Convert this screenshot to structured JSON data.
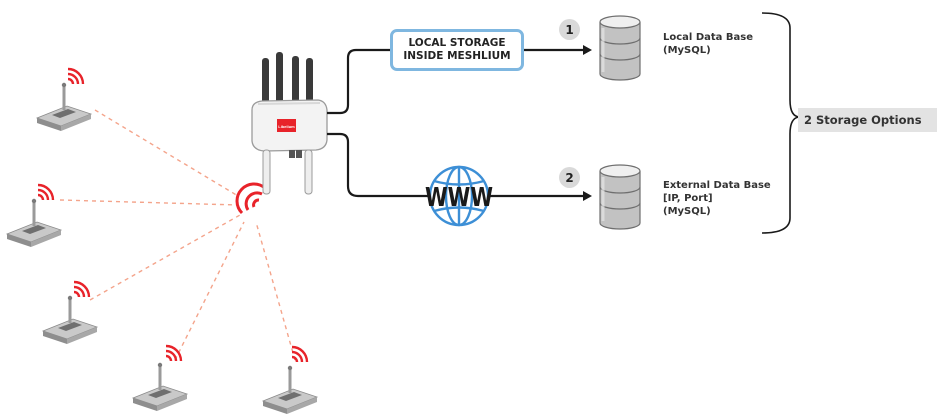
{
  "local_storage": {
    "line1": "LOCAL STORAGE",
    "line2": "INSIDE MESHLIUM"
  },
  "badge_1": "1",
  "badge_2": "2",
  "local_db": {
    "line1": "Local Data Base",
    "line2": "(MySQL)"
  },
  "external_db": {
    "line1": "External Data Base",
    "line2": "[IP, Port]",
    "line3": "(MySQL)"
  },
  "www_label": "WWW",
  "gateway_logo": "Libelium",
  "storage_options_label": "2 Storage Options",
  "colors": {
    "signal_red": "#e8232a",
    "dashed_link": "#f4a48b",
    "box_border": "#7fb7e0",
    "globe_blue": "#3d8fd6",
    "db_gray": "#bdbdbd"
  }
}
